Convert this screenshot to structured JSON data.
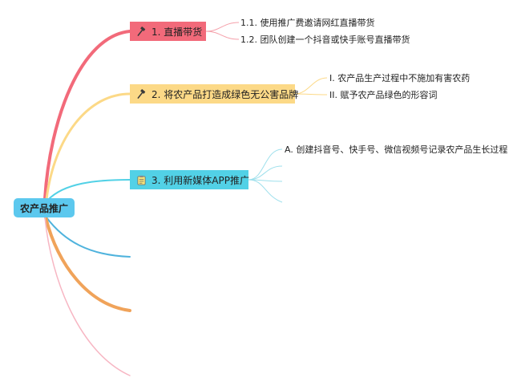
{
  "root": {
    "label": "农产品推广"
  },
  "branches": [
    {
      "label": "1. 直播带货",
      "icon": "hammer-icon",
      "color": "#f26a7a",
      "children": [
        "1.1. 使用推广费邀请网红直播带货",
        "1.2. 团队创建一个抖音或快手账号直播带货"
      ]
    },
    {
      "label": "2. 将农产品打造成绿色无公害品牌",
      "icon": "hammer-icon",
      "color": "#fcd987",
      "children": [
        "I. 农产品生产过程中不施加有害农药",
        "II. 赋予农产品绿色的形容词"
      ]
    },
    {
      "label": "3. 利用新媒体APP推广",
      "icon": "clipboard-icon",
      "color": "#52d1e6",
      "children": [
        "A. 创建抖音号、快手号、微信视频号记录农产品生长过程"
      ]
    }
  ],
  "colors": {
    "root": "#5cc8ee",
    "branch_4": "#4fb3dd",
    "branch_5": "#f0a35a",
    "branch_6": "#f7b6c3"
  }
}
